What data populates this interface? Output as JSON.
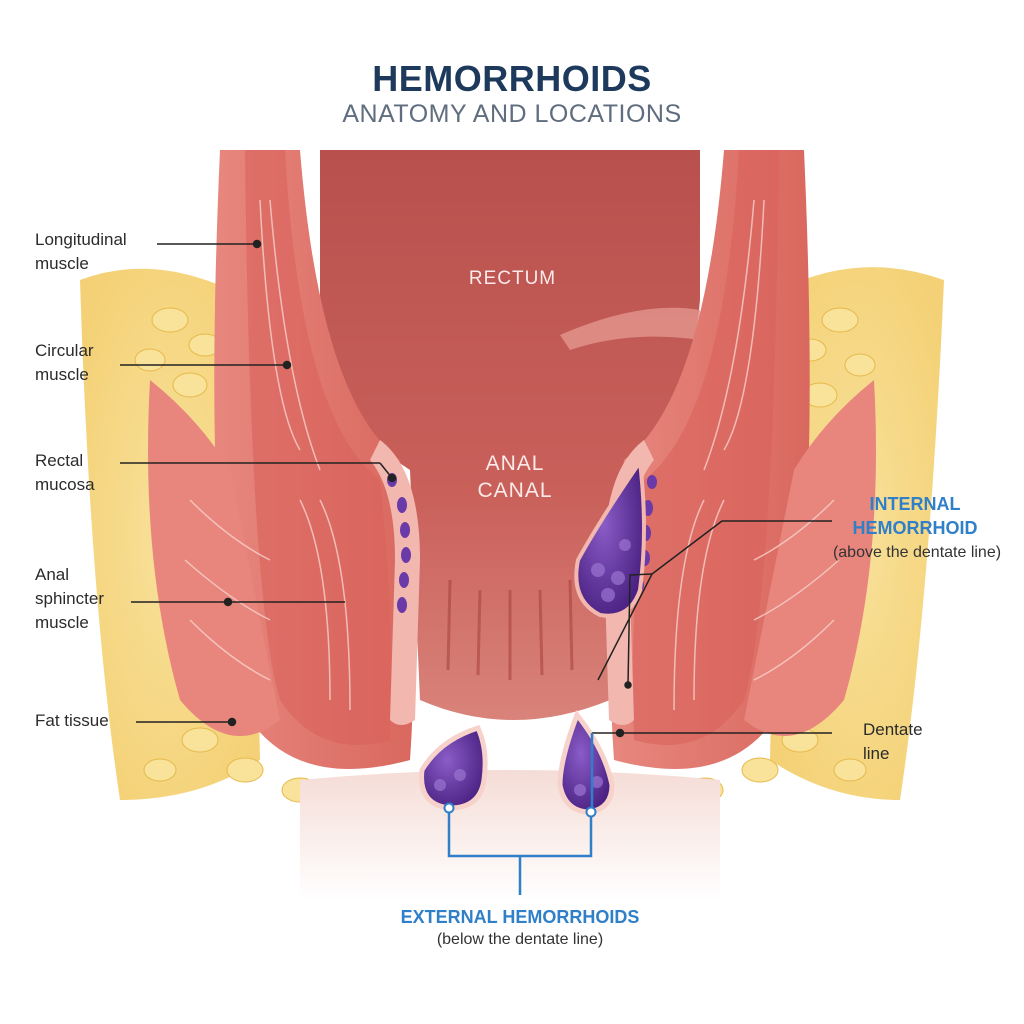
{
  "header": {
    "title": "HEMORRHOIDS",
    "subtitle": "ANATOMY AND LOCATIONS"
  },
  "regions": {
    "rectum": "RECTUM",
    "anal_canal": [
      "ANAL",
      "CANAL"
    ]
  },
  "left_labels": [
    {
      "lines": [
        "Longitudinal",
        "muscle"
      ]
    },
    {
      "lines": [
        "Circular",
        "muscle"
      ]
    },
    {
      "lines": [
        "Rectal",
        "mucosa"
      ]
    },
    {
      "lines": [
        "Anal",
        "sphincter",
        "muscle"
      ]
    },
    {
      "lines": [
        "Fat tissue"
      ]
    }
  ],
  "right_labels": {
    "internal": {
      "lines": [
        "INTERNAL",
        "HEMORRHOID"
      ],
      "note": "(above the dentate line)"
    },
    "dentate": {
      "lines": [
        "Dentate",
        "line"
      ]
    }
  },
  "bottom_label": {
    "title": "EXTERNAL HEMORRHOIDS",
    "note": "(below the dentate line)"
  },
  "colors": {
    "title": "#1d3a5c",
    "subtitle": "#5f6d7e",
    "accent_blue": "#2f7fc9",
    "muscle": "#e2786f",
    "mucosa": "#c9605a",
    "fat": "#f3d27a",
    "hemorrhoid": "#5b2f8f"
  }
}
